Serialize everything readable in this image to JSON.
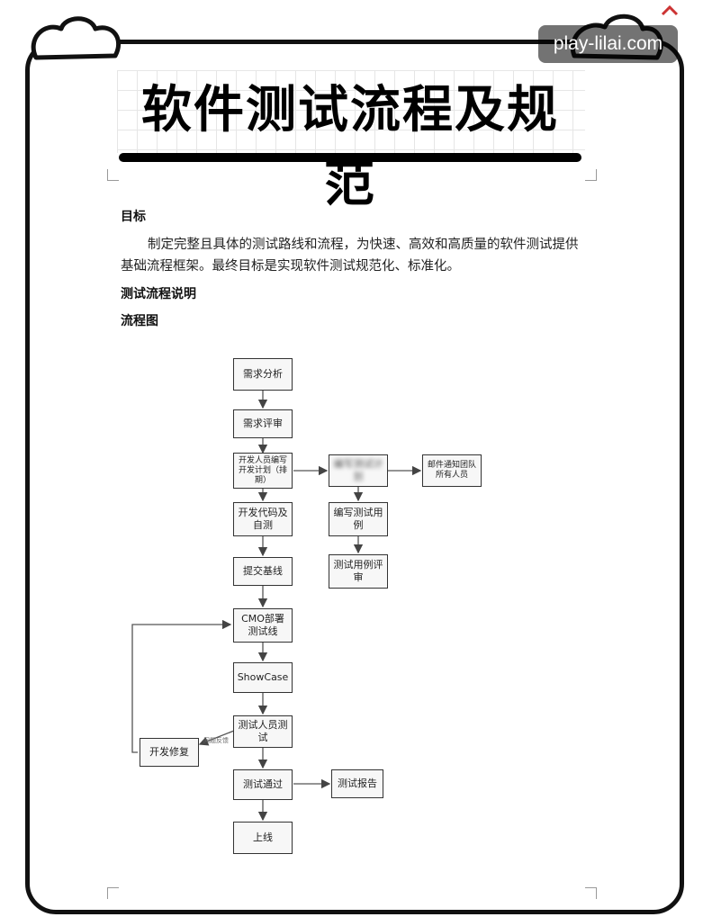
{
  "watermark": "play-lilai.com",
  "title": "软件测试流程及规范",
  "sections": {
    "goal_heading": "目标",
    "goal_text": "制定完整且具体的测试路线和流程，为快速、高效和高质量的软件测试提供基础流程框架。最终目标是实现软件测试规范化、标准化。",
    "process_heading": "测试流程说明",
    "chart_heading": "流程图"
  },
  "flowchart": {
    "nodes": {
      "n1": "需求分析",
      "n2": "需求评审",
      "n3": "开发人员编写开发计划（排期）",
      "n4": "开发代码及自测",
      "n5": "提交基线",
      "n6": "CMO部署测试线",
      "n7": "ShowCase",
      "n8": "测试人员测试",
      "n9": "测试通过",
      "n10": "上线",
      "t1": "编写测试计划",
      "t2": "编写测试用例",
      "t3": "测试用例评审",
      "mail": "邮件通知团队所有人员",
      "fix": "开发修复",
      "report": "测试报告"
    },
    "edge_label": "问题反馈"
  },
  "colors": {
    "line": "#333333",
    "node_bg": "#f7f7f7",
    "frame": "#111111"
  }
}
